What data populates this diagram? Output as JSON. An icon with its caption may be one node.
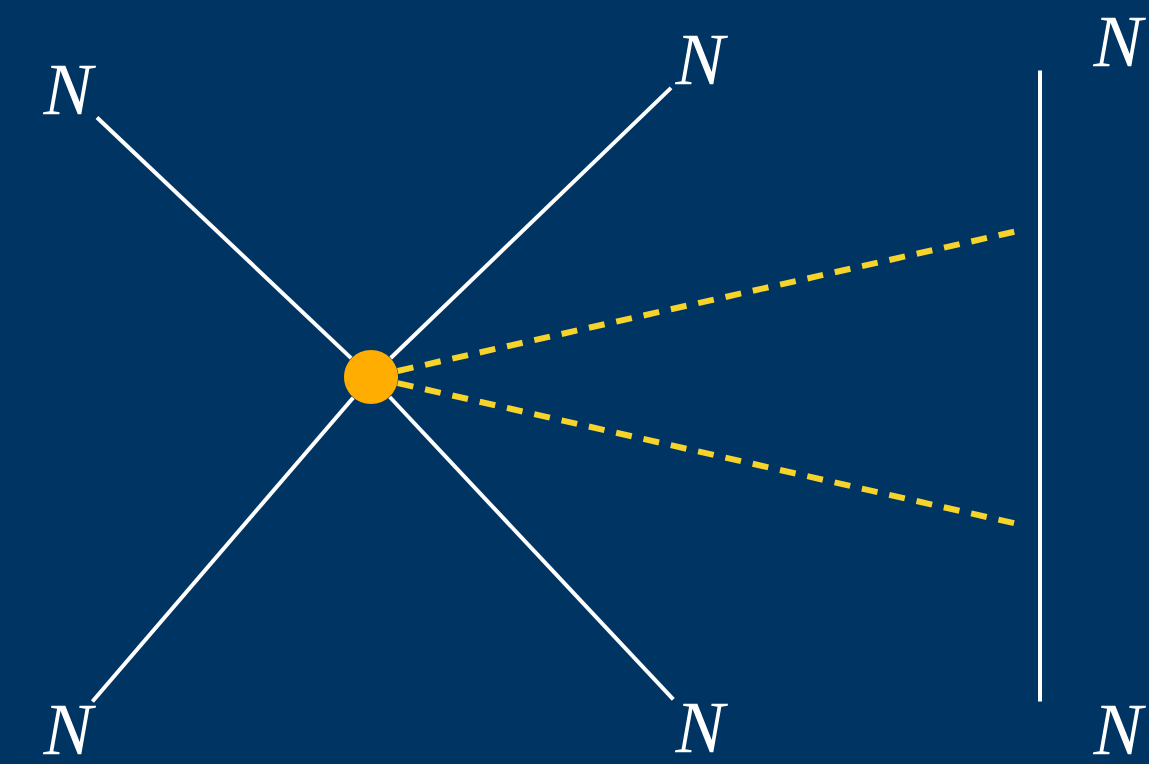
{
  "diagram": {
    "nodes": [
      {
        "text": [
          "N"
        ]
      },
      {
        "text": [
          "N"
        ]
      },
      {
        "text": [
          "N"
        ]
      },
      {
        "text": [
          "N"
        ]
      },
      {
        "text": [
          "N"
        ]
      },
      {
        "text": [
          "N"
        ]
      },
      {
        "text": [],
        "shape": "circle"
      }
    ],
    "edges": [
      {
        "from": 0,
        "to": 6,
        "arrow": "none"
      },
      {
        "from": 1,
        "to": 6,
        "arrow": "none"
      },
      {
        "from": 6,
        "to": 3,
        "arrow": "none"
      },
      {
        "from": 6,
        "to": 4,
        "arrow": "none"
      },
      {
        "from": 2,
        "to": 5,
        "arrow": "none"
      },
      {
        "from": 6,
        "to": null,
        "arrow": "none",
        "style": "dashed",
        "color": "#f7d42a"
      },
      {
        "from": 6,
        "to": null,
        "arrow": "none",
        "style": "dashed",
        "color": "#f7d42a"
      }
    ]
  }
}
